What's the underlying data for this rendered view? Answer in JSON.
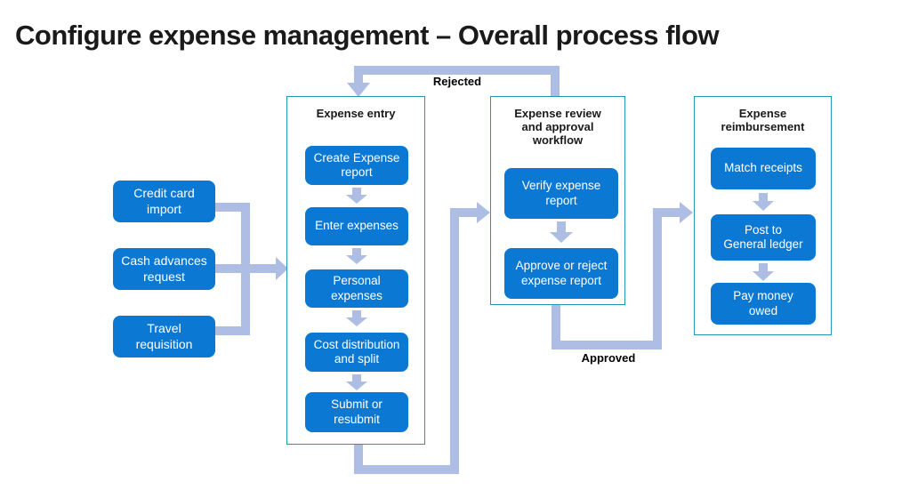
{
  "title": "Configure expense management – Overall process flow",
  "colors": {
    "process_box_blue": "#0b78d4",
    "connector_light_blue": "#aebde3",
    "container_border_teal": "#2397ae",
    "box_text": "#ffffff",
    "title_text": "#1a1a1a"
  },
  "inputs": [
    {
      "label": "Credit card\nimport"
    },
    {
      "label": "Cash advances\nrequest"
    },
    {
      "label": "Travel\nrequisition"
    }
  ],
  "stages": [
    {
      "title": "Expense entry",
      "steps": [
        "Create Expense\nreport",
        "Enter expenses",
        "Personal\nexpenses",
        "Cost distribution\nand split",
        "Submit or\nresubmit"
      ]
    },
    {
      "title": "Expense review\nand approval\nworkflow",
      "steps": [
        "Verify expense\nreport",
        "Approve or reject\nexpense report"
      ]
    },
    {
      "title": "Expense\nreimbursement",
      "steps": [
        "Match receipts",
        "Post to\nGeneral ledger",
        "Pay money\nowed"
      ]
    }
  ],
  "edge_labels": {
    "rejected": "Rejected",
    "approved": "Approved"
  }
}
